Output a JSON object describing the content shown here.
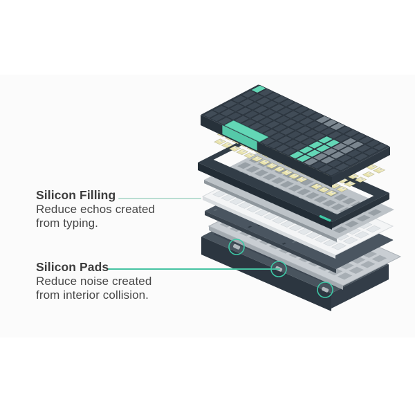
{
  "callouts": {
    "filling": {
      "title": "Silicon Filling",
      "line1": "Reduce echos created",
      "line2": "from typing."
    },
    "pads": {
      "title": "Silicon Pads",
      "line1": "Reduce noise created",
      "line2": "from interior collision."
    }
  },
  "diagram": {
    "subject": "exploded-keyboard",
    "layers": [
      "keycaps",
      "switches",
      "top-frame",
      "mounting-plate",
      "silicon-filling-sheet",
      "pcb",
      "bottom-plate",
      "bottom-case"
    ],
    "pad_marker_count": 3
  },
  "palette": {
    "accent": "#3ec9a7",
    "leader_light": "#b9ded2",
    "leader_teal": "#46c3a2",
    "keycap_dark_a": "#3d4853",
    "keycap_dark_b": "#414c57",
    "keycap_gray": "#7b868f",
    "keycap_mint": "#63d7b6",
    "keycap_mint_side": "#55c9a9",
    "keycap_side": "#27313a",
    "keycap_side_right": "#2e3842",
    "switch_body": "#e9e3ae",
    "switch_top": "#f2eec6",
    "switch_stem": "#c4c8cb",
    "frame": "#323d47",
    "frame_side": "#222c35",
    "frame_side_right": "#2a343d",
    "plate_gray": "#bdc3c8",
    "plate_gray_hole": "#98a0a6",
    "plate_gray_side": "#8f979d",
    "plate_white": "#f4f5f6",
    "plate_white_hole": "#e3e7ea",
    "plate_white_side": "#d9dde0",
    "pcb_dark": "#4a5560",
    "pcb_hole": "#2f3942",
    "pcb_side": "#39434d",
    "plate_silver": "#c9ced3",
    "plate_silver_hole": "#a7aeb4",
    "plate_silver_side": "#a3aab0",
    "case_top": "#49545e",
    "case_recess": "#3c4651",
    "case_rib": "#333d47",
    "case_front": "#2c3640",
    "case_right": "#333d48",
    "pad_fill": "#b3b9be",
    "text_heading": "#3d3d3d",
    "text_body": "#474747"
  }
}
